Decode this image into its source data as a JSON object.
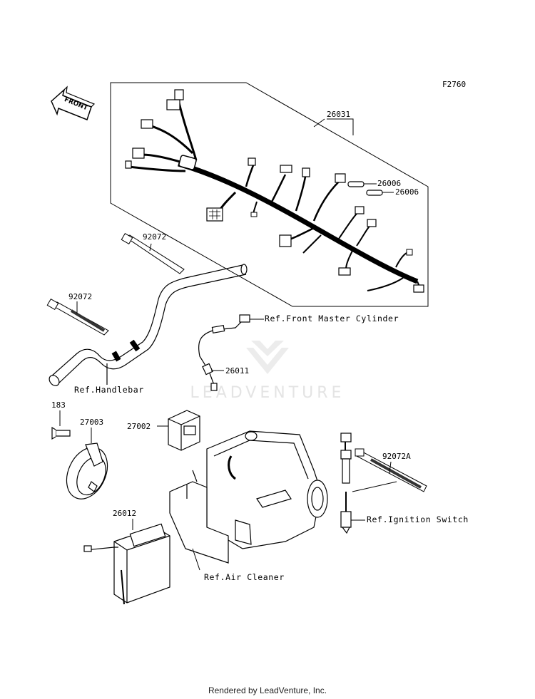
{
  "figure_code": "F2760",
  "front_label": "FRONT",
  "watermark": "LEADVENTURE",
  "footer": "Rendered by LeadVenture, Inc.",
  "parts": {
    "harness": "26031",
    "fuse_a": "26006",
    "fuse_b": "26006",
    "band_top": "92072",
    "band_left": "92072",
    "lead_wire": "26011",
    "bolt": "183",
    "horn": "27003",
    "relay": "27002",
    "battery": "26012",
    "band_right": "92072A"
  },
  "references": {
    "front_master_cylinder": "Ref.Front Master Cylinder",
    "handlebar": "Ref.Handlebar",
    "ignition_switch": "Ref.Ignition Switch",
    "air_cleaner": "Ref.Air Cleaner"
  }
}
